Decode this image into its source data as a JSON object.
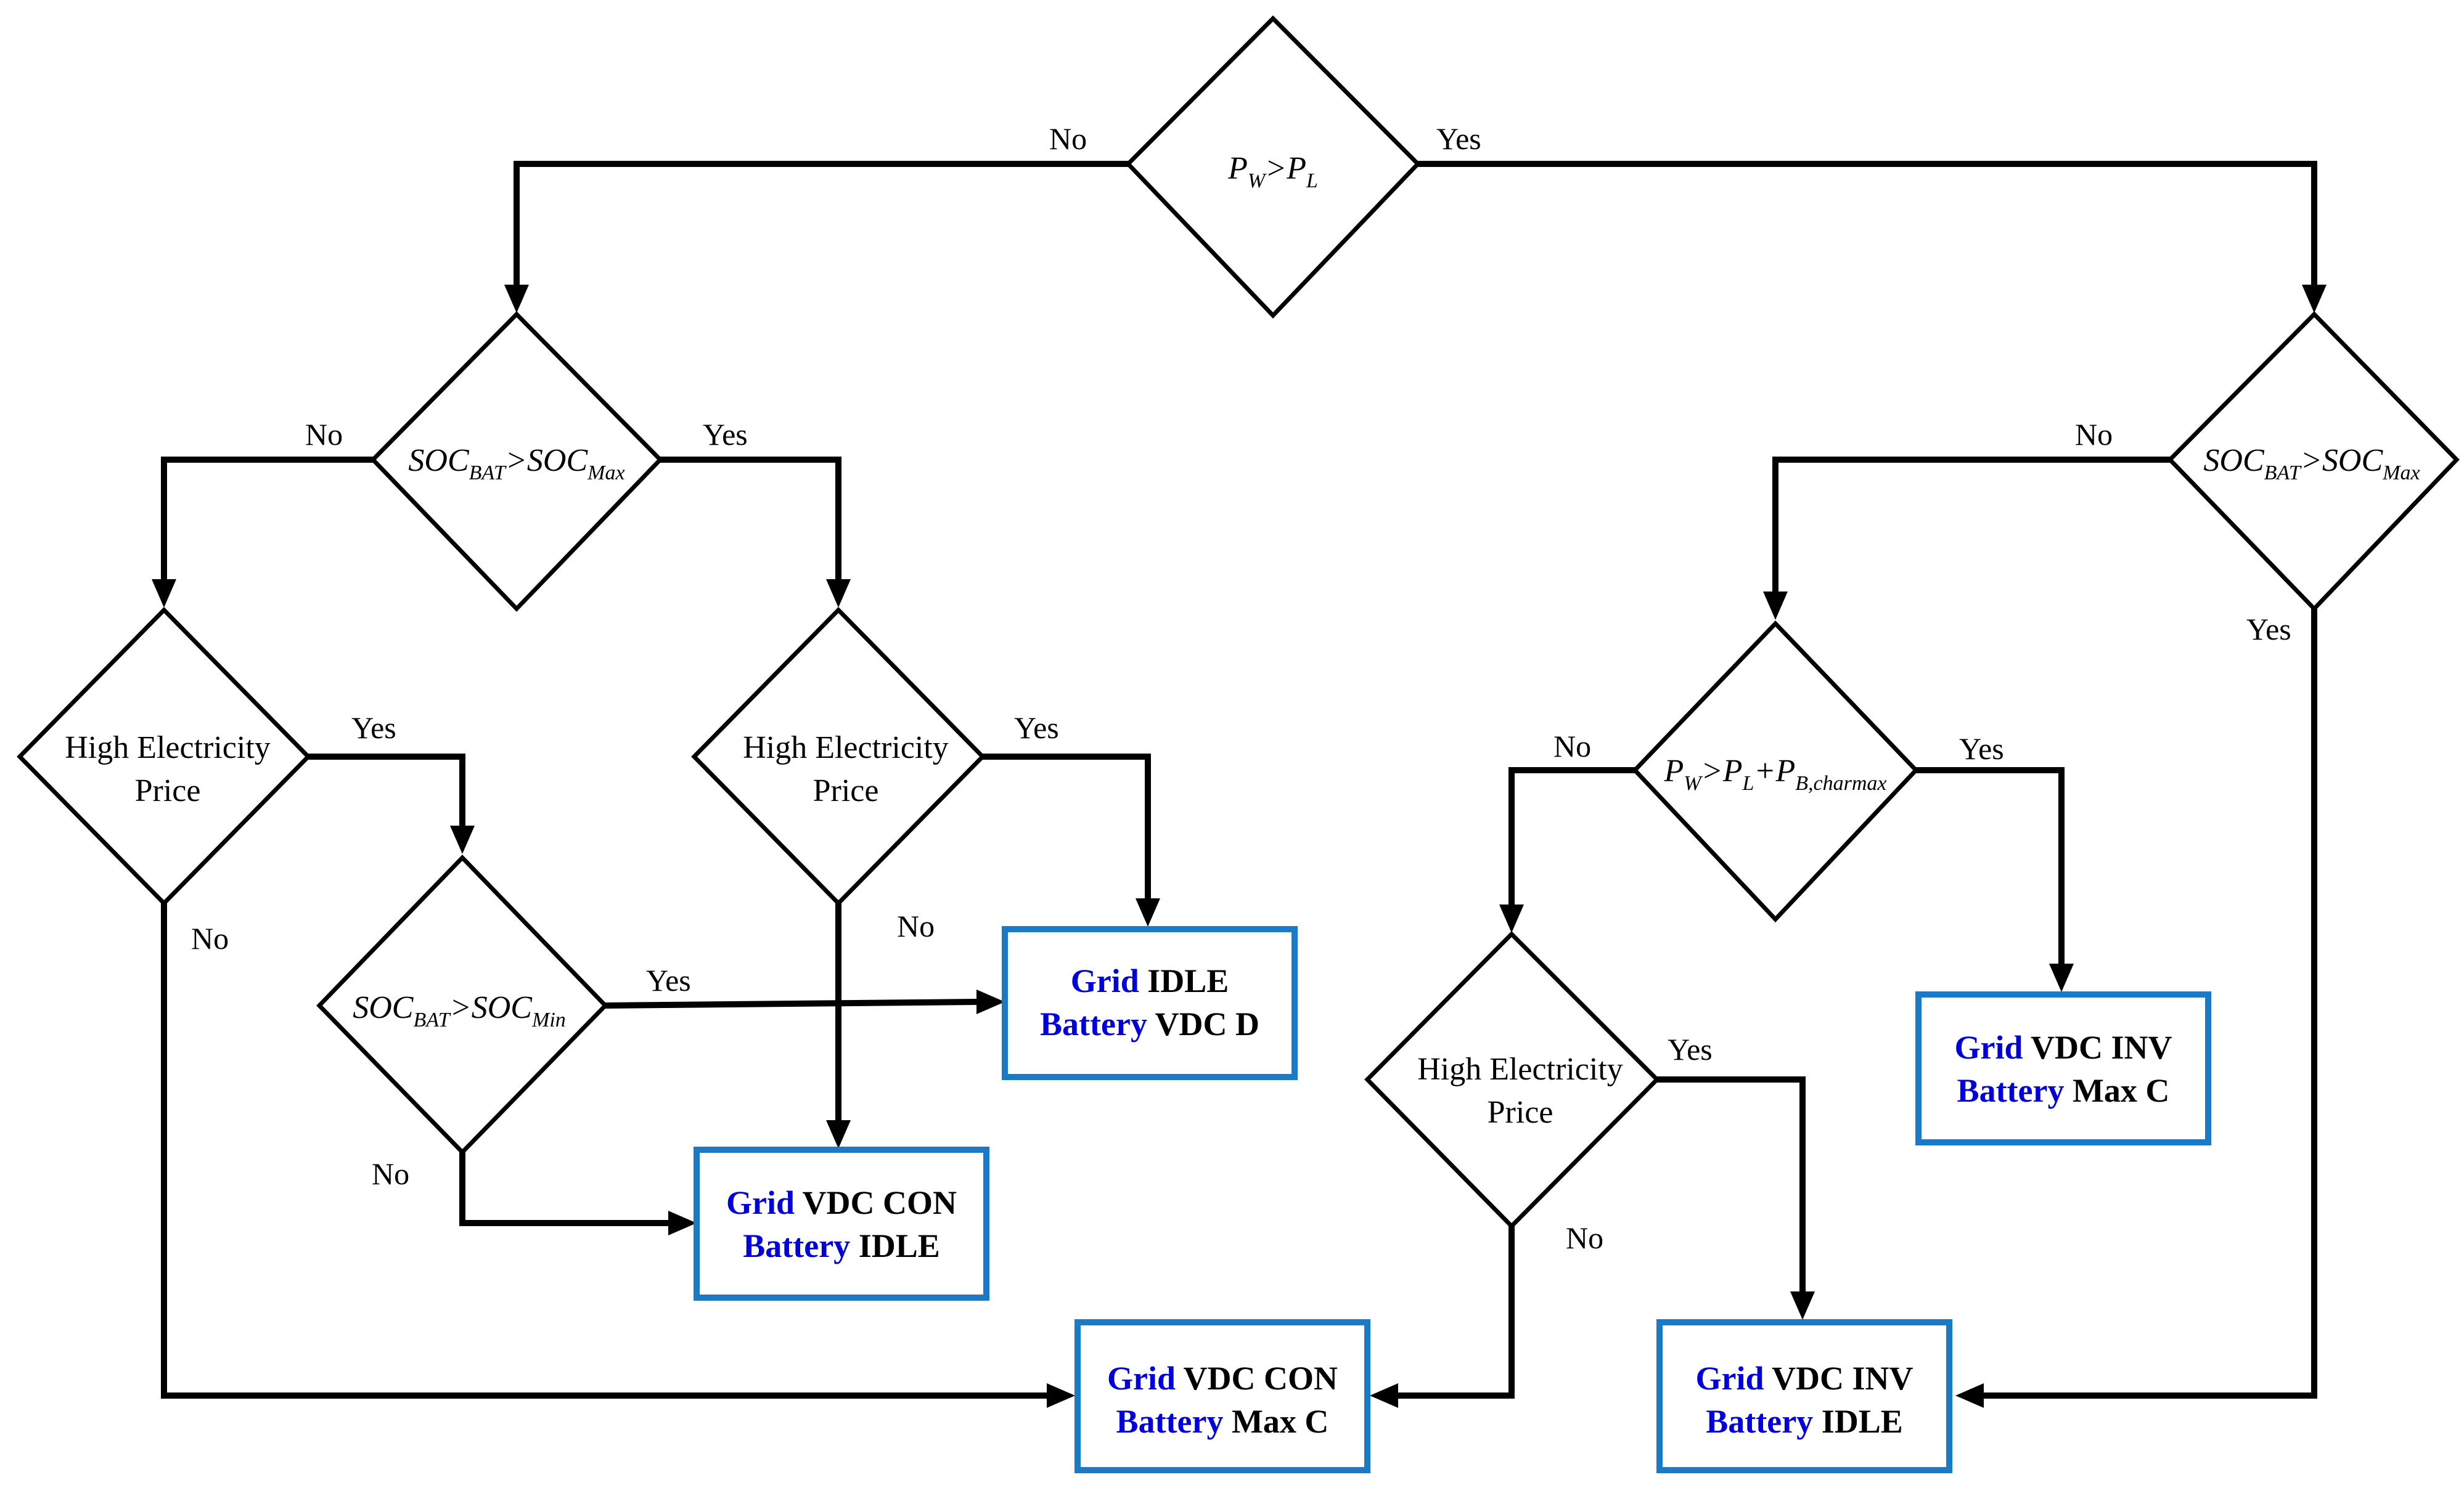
{
  "labels": {
    "yes": "Yes",
    "no": "No"
  },
  "decisions": {
    "d1": {
      "a": "P",
      "a_sub": "W",
      "op": ">",
      "b": "P",
      "b_sub": "L"
    },
    "d2": {
      "a": "SOC",
      "a_sub": "BAT",
      "op": ">",
      "b": "SOC",
      "b_sub": "Max"
    },
    "d3": {
      "a": "SOC",
      "a_sub": "BAT",
      "op": ">",
      "b": "SOC",
      "b_sub": "Max"
    },
    "d4": {
      "line1": "High Electricity",
      "line2": "Price"
    },
    "d5": {
      "line1": "High Electricity",
      "line2": "Price"
    },
    "d6": {
      "a": "SOC",
      "a_sub": "BAT",
      "op": ">",
      "b": "SOC",
      "b_sub": "Min"
    },
    "d7": {
      "a": "P",
      "a_sub": "W",
      "op": ">",
      "b": "P",
      "b_sub": "L",
      "op2": "+",
      "c": "P",
      "c_sub": "B,charmax"
    },
    "d8": {
      "line1": "High Electricity",
      "line2": "Price"
    }
  },
  "outcomes": {
    "b1": {
      "grid_kw": "Grid",
      "grid_state": " IDLE",
      "bat_kw": "Battery",
      "bat_state": " VDC D"
    },
    "b2": {
      "grid_kw": "Grid",
      "grid_state": " VDC CON",
      "bat_kw": "Battery",
      "bat_state": " IDLE"
    },
    "b3": {
      "grid_kw": "Grid",
      "grid_state": " VDC CON",
      "bat_kw": "Battery",
      "bat_state": " Max C"
    },
    "b4": {
      "grid_kw": "Grid",
      "grid_state": " VDC INV",
      "bat_kw": "Battery",
      "bat_state": " Max C"
    },
    "b5": {
      "grid_kw": "Grid",
      "grid_state": " VDC INV",
      "bat_kw": "Battery",
      "bat_state": " IDLE"
    }
  },
  "colors": {
    "keyword": "#0000dd",
    "box_border": "#1a7ac8",
    "line": "#000000"
  }
}
